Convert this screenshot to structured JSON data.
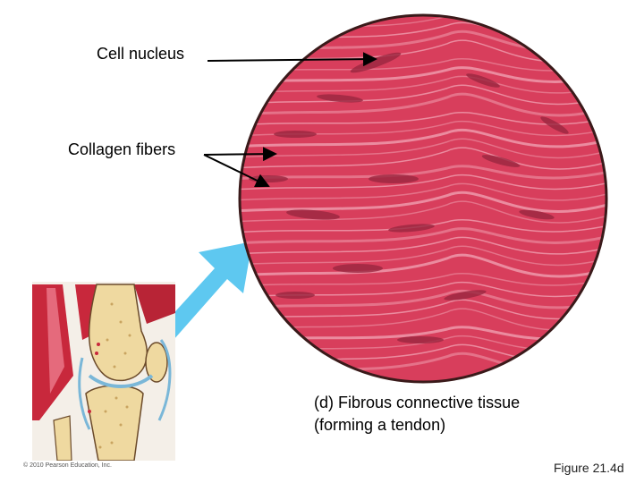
{
  "labels": {
    "nucleus": "Cell nucleus",
    "collagen": "Collagen fibers"
  },
  "caption": {
    "line1": "(d) Fibrous connective tissue",
    "line2": "(forming a tendon)"
  },
  "copyright": "© 2010 Pearson Education, Inc.",
  "figure_ref": "Figure 21.4d",
  "colors": {
    "tissue_base": "#d83e5c",
    "tissue_light": "#f2a6b6",
    "nucleus": "#9a2740",
    "border": "#3a1a1a",
    "pointer_arrow": "#5ec8f0",
    "bone": "#efd9a0",
    "muscle": "#c8283c"
  }
}
